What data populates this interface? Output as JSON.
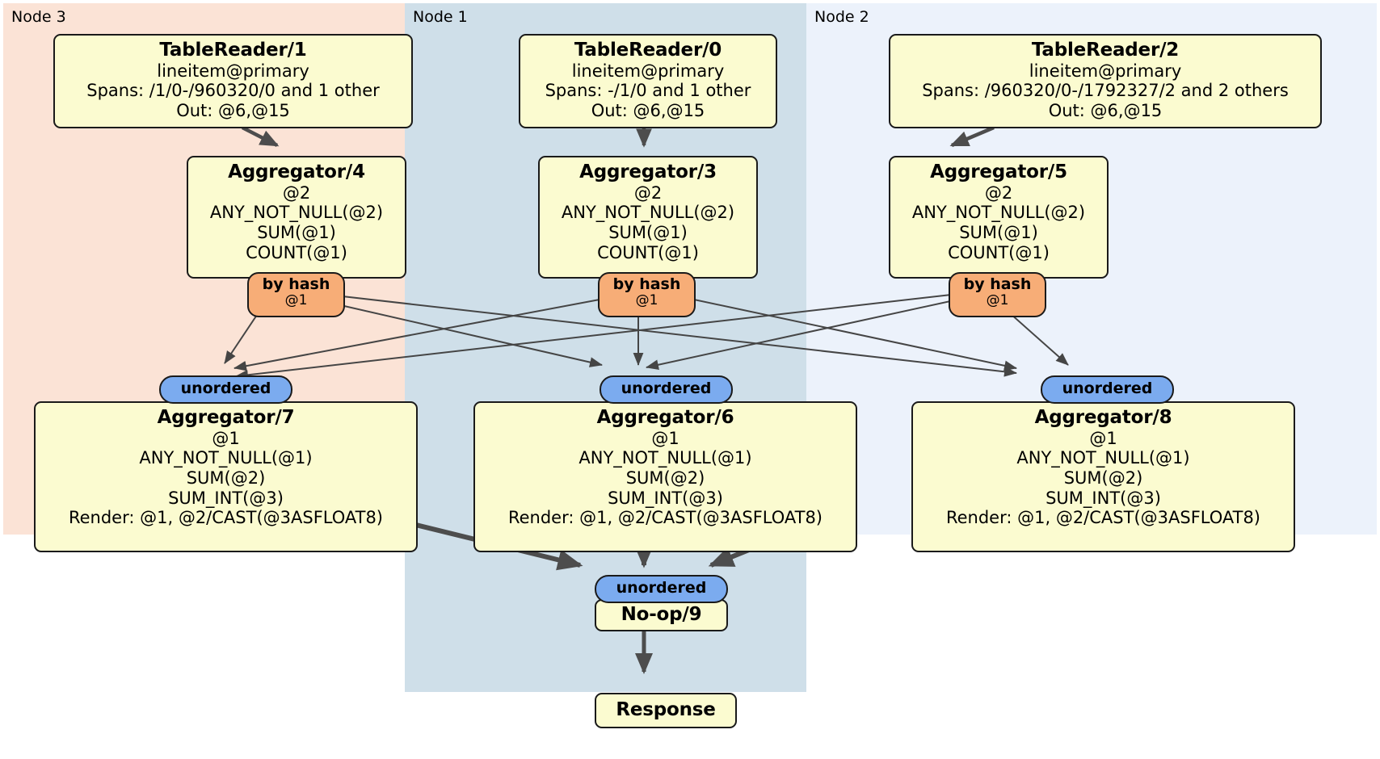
{
  "diagram": {
    "type": "distributed-query-plan",
    "title": "",
    "colors": {
      "node3_panel": "#fbe3d6",
      "node1_panel": "#cfdfe9",
      "node2_panel": "#ecf2fb",
      "box_fill": "#fbfbd0",
      "box_stroke": "#1a1a1a",
      "hash_router": "#f7ad77",
      "unordered_synchronizer": "#7babef",
      "edge_thin": "#454545",
      "edge_thick": "#4d4d4d"
    }
  },
  "panels": [
    {
      "id": "node3",
      "label": "Node 3"
    },
    {
      "id": "node1",
      "label": "Node 1"
    },
    {
      "id": "node2",
      "label": "Node 2"
    }
  ],
  "boxes": {
    "tablereader1": {
      "title": "TableReader/1",
      "lines": [
        "lineitem@primary",
        "Spans: /1/0-/960320/0 and 1 other",
        "Out: @6,@15"
      ]
    },
    "tablereader0": {
      "title": "TableReader/0",
      "lines": [
        "lineitem@primary",
        "Spans: -/1/0 and 1 other",
        "Out: @6,@15"
      ]
    },
    "tablereader2": {
      "title": "TableReader/2",
      "lines": [
        "lineitem@primary",
        "Spans: /960320/0-/1792327/2 and 2 others",
        "Out: @6,@15"
      ]
    },
    "aggregator4": {
      "title": "Aggregator/4",
      "lines": [
        "@2",
        "ANY_NOT_NULL(@2)",
        "SUM(@1)",
        "COUNT(@1)"
      ]
    },
    "aggregator3": {
      "title": "Aggregator/3",
      "lines": [
        "@2",
        "ANY_NOT_NULL(@2)",
        "SUM(@1)",
        "COUNT(@1)"
      ]
    },
    "aggregator5": {
      "title": "Aggregator/5",
      "lines": [
        "@2",
        "ANY_NOT_NULL(@2)",
        "SUM(@1)",
        "COUNT(@1)"
      ]
    },
    "aggregator7": {
      "title": "Aggregator/7",
      "lines": [
        "@1",
        "ANY_NOT_NULL(@1)",
        "SUM(@2)",
        "SUM_INT(@3)",
        "Render: @1, @2/CAST(@3ASFLOAT8)"
      ]
    },
    "aggregator6": {
      "title": "Aggregator/6",
      "lines": [
        "@1",
        "ANY_NOT_NULL(@1)",
        "SUM(@2)",
        "SUM_INT(@3)",
        "Render: @1, @2/CAST(@3ASFLOAT8)"
      ]
    },
    "aggregator8": {
      "title": "Aggregator/8",
      "lines": [
        "@1",
        "ANY_NOT_NULL(@1)",
        "SUM(@2)",
        "SUM_INT(@3)",
        "Render: @1, @2/CAST(@3ASFLOAT8)"
      ]
    },
    "noop9": {
      "title": "No-op/9",
      "lines": []
    },
    "response": {
      "title": "Response",
      "lines": []
    }
  },
  "routers": {
    "hash_left": {
      "title": "by hash",
      "sub": "@1"
    },
    "hash_mid": {
      "title": "by hash",
      "sub": "@1"
    },
    "hash_right": {
      "title": "by hash",
      "sub": "@1"
    },
    "unordered_left": {
      "title": "unordered",
      "sub": ""
    },
    "unordered_mid": {
      "title": "unordered",
      "sub": ""
    },
    "unordered_right": {
      "title": "unordered",
      "sub": ""
    },
    "unordered_final": {
      "title": "unordered",
      "sub": ""
    }
  }
}
